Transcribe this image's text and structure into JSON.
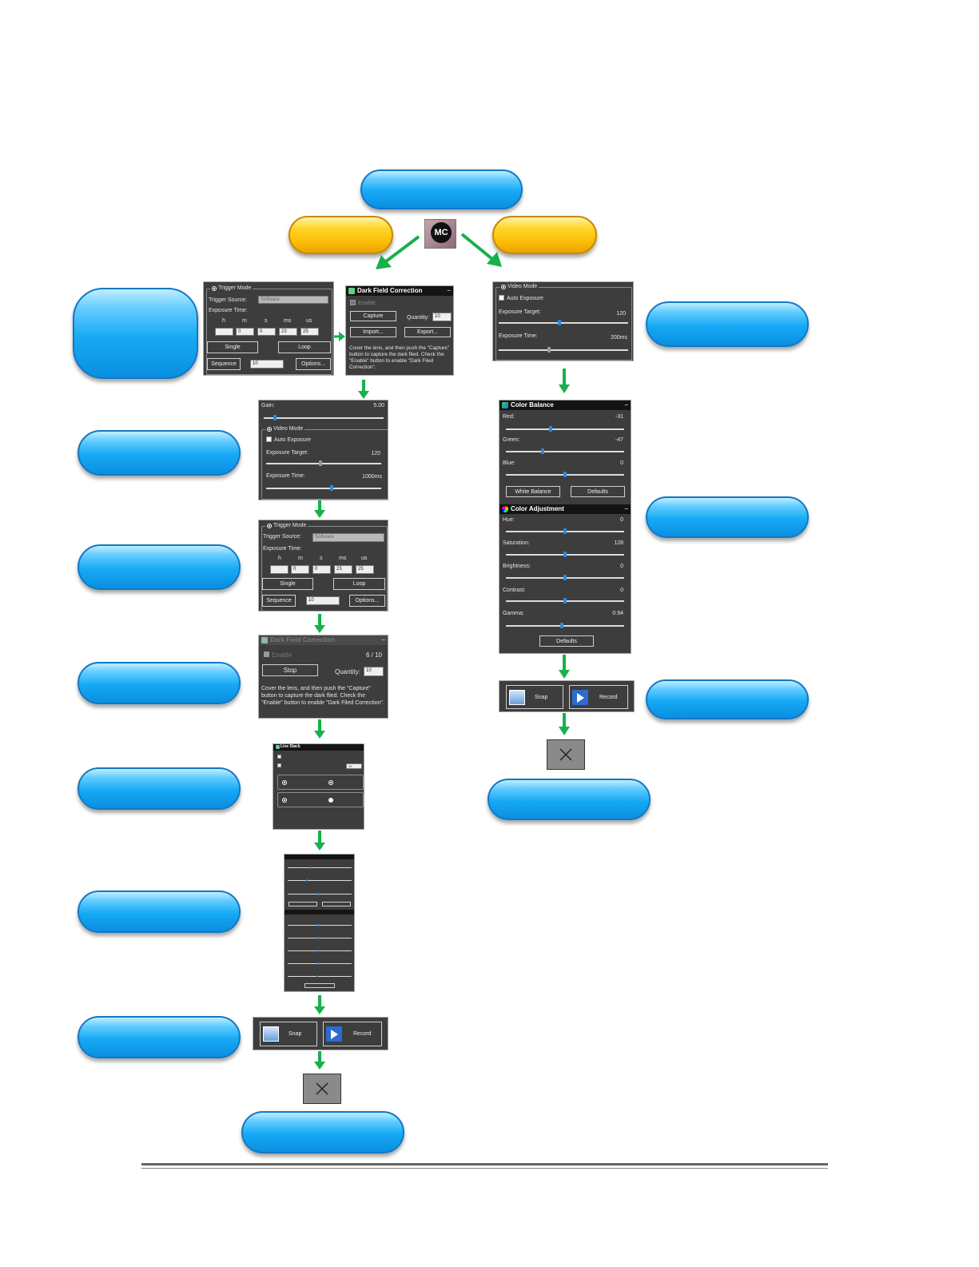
{
  "app_icon": {
    "label": "MC"
  },
  "left_trigger": {
    "title": "Trigger Mode",
    "source_label": "Trigger Source:",
    "source_value": "Software",
    "exposure_label": "Exposure Time:",
    "units": [
      "h",
      "m",
      "s",
      "ms",
      "us"
    ],
    "values": [
      "",
      "0",
      "0",
      "23",
      "25"
    ],
    "single": "Single",
    "loop": "Loop",
    "sequence": "Sequence",
    "sequence_value": "10",
    "options": "Options..."
  },
  "dfc_top": {
    "title": "Dark Field Correction",
    "enable": "Enable",
    "capture": "Capture",
    "quantity_label": "Quantity:",
    "quantity_value": "10",
    "import": "Import...",
    "export": "Export...",
    "help": "Cover the lens, and then push the \"Capture\" button to capture the dark filed. Check the \"Enable\" button to enable \"Dark Filed Correction\"."
  },
  "gain_panel": {
    "gain_label": "Gain:",
    "gain_value": "5.00",
    "video_mode": "Video Mode",
    "auto_exposure": "Auto Exposure",
    "target_label": "Exposure Target:",
    "target_value": "120",
    "time_label": "Exposure Time:",
    "time_value": "1000ms",
    "gain_level": 0.09,
    "target_level": 0.47,
    "time_level": 0.57
  },
  "trigger2": {
    "title": "Trigger Mode",
    "source_label": "Trigger Source:",
    "source_value": "Software",
    "exposure_label": "Exposure Time:",
    "units": [
      "h",
      "m",
      "s",
      "ms",
      "us"
    ],
    "values": [
      "",
      "0",
      "0",
      "23",
      "25"
    ],
    "single": "Single",
    "loop": "Loop",
    "sequence": "Sequence",
    "sequence_value": "10",
    "options": "Options..."
  },
  "dfc_progress": {
    "title": "Dark Field Correction",
    "enable": "Enable",
    "progress": "6 / 10",
    "stop": "Stop",
    "quantity_label": "Quantity:",
    "quantity_value": "10",
    "help1": "Cover the lens, and then push the \"Capture\"",
    "help2": "button to capture the dark flied. Check the",
    "help3": "\"Enable\" button to enable \"Dark Filed Correction\"."
  },
  "live_stack": {
    "title": "Live Stack",
    "number_value": "10"
  },
  "snap_record_left": {
    "snap": "Snap",
    "record": "Record"
  },
  "right_video": {
    "title": "Video Mode",
    "auto_exposure": "Auto Exposure",
    "target_label": "Exposure Target:",
    "target_value": "120",
    "time_label": "Exposure Time:",
    "time_value": "200ms",
    "target_level": 0.47,
    "time_level": 0.39
  },
  "color_panel": {
    "balance_title": "Color Balance",
    "red_label": "Red:",
    "red_value": "-31",
    "red_level": 0.38,
    "green_label": "Green:",
    "green_value": "-47",
    "green_level": 0.31,
    "blue_label": "Blue:",
    "blue_value": "0",
    "blue_level": 0.5,
    "white_balance": "White Balance",
    "defaults": "Defaults",
    "adjust_title": "Color Adjustment",
    "hue_label": "Hue:",
    "hue_value": "0",
    "hue_level": 0.5,
    "sat_label": "Saturation:",
    "sat_value": "128",
    "sat_level": 0.5,
    "bri_label": "Brightness:",
    "bri_value": "0",
    "bri_level": 0.5,
    "con_label": "Contrast:",
    "con_value": "0",
    "con_level": 0.5,
    "gam_label": "Gamma:",
    "gam_value": "0.94",
    "gam_level": 0.47,
    "defaults2": "Defaults"
  },
  "snap_record_right": {
    "snap": "Snap",
    "record": "Record"
  },
  "colors": {
    "arrow": "#16b14b",
    "pill_blue": "#16a9f5",
    "pill_yellow": "#fbbd05",
    "panel": "#3d3d3d"
  }
}
